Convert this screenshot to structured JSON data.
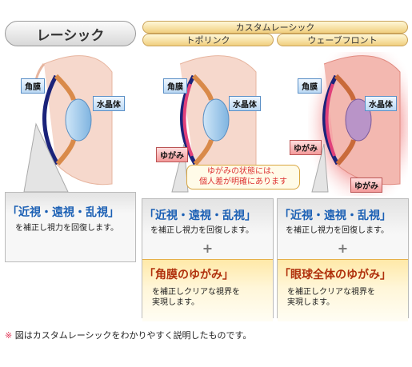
{
  "header": {
    "lasik": "レーシック",
    "custom": "カスタムレーシック",
    "topolink": "トポリンク",
    "wavefront": "ウェーブフロント"
  },
  "eye_labels": {
    "cornea": "角膜",
    "lens": "水晶体",
    "distortion": "ゆがみ"
  },
  "callout": {
    "line1": "ゆがみの状態には、",
    "line2": "個人差が明確にあります"
  },
  "panels": {
    "basic_title": "「近視・遠視・乱視」",
    "basic_text": "を補正し視力を回復します。",
    "plus": "+",
    "topo_title": "「角膜のゆがみ」",
    "wave_title": "「眼球全体のゆがみ」",
    "extra_text_line1": "を補正しクリアな視界を",
    "extra_text_line2": "実現します。"
  },
  "footnote": {
    "mark": "※",
    "text": "図はカスタムレーシックをわかりやすく説明したものです。"
  },
  "colors": {
    "accent_blue": "#1a5fb4",
    "accent_red": "#b0300c",
    "gold": "#f1cf7e"
  }
}
